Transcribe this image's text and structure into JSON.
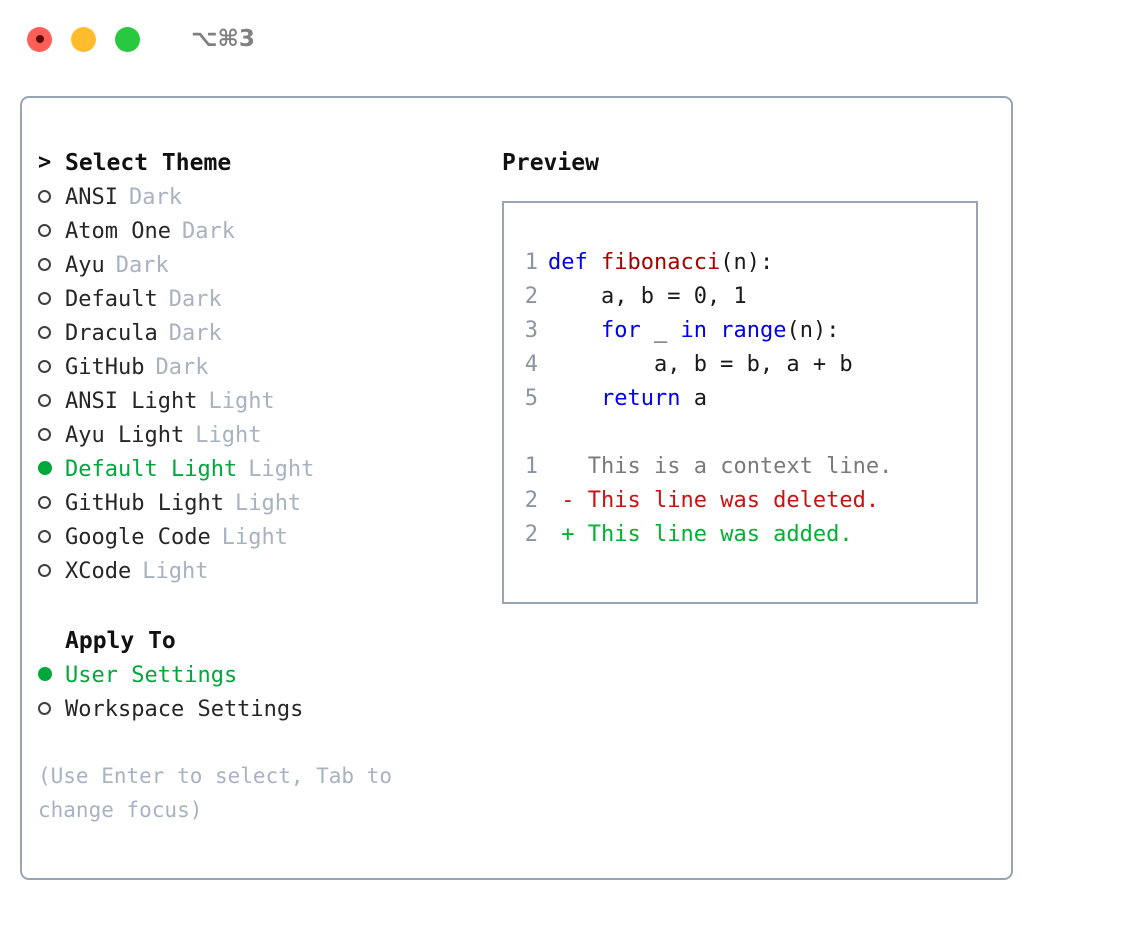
{
  "titlebar": {
    "shortcut": "⌥⌘3",
    "buttons": [
      {
        "name": "close",
        "color": "#ff5f57"
      },
      {
        "name": "minimize",
        "color": "#ffbd2e"
      },
      {
        "name": "maximize",
        "color": "#28c840"
      }
    ]
  },
  "theme_picker": {
    "heading": "Select Theme",
    "heading_marker": ">",
    "items": [
      {
        "label": "ANSI",
        "tag": "Dark",
        "selected": false
      },
      {
        "label": "Atom One",
        "tag": "Dark",
        "selected": false
      },
      {
        "label": "Ayu",
        "tag": "Dark",
        "selected": false
      },
      {
        "label": "Default",
        "tag": "Dark",
        "selected": false
      },
      {
        "label": "Dracula",
        "tag": "Dark",
        "selected": false
      },
      {
        "label": "GitHub",
        "tag": "Dark",
        "selected": false
      },
      {
        "label": "ANSI Light",
        "tag": "Light",
        "selected": false
      },
      {
        "label": "Ayu Light",
        "tag": "Light",
        "selected": false
      },
      {
        "label": "Default Light",
        "tag": "Light",
        "selected": true
      },
      {
        "label": "GitHub Light",
        "tag": "Light",
        "selected": false
      },
      {
        "label": "Google Code",
        "tag": "Light",
        "selected": false
      },
      {
        "label": "XCode",
        "tag": "Light",
        "selected": false
      }
    ]
  },
  "apply_to": {
    "heading": "Apply To",
    "items": [
      {
        "label": "User Settings",
        "selected": true
      },
      {
        "label": "Workspace Settings",
        "selected": false
      }
    ]
  },
  "hint": "(Use Enter to select, Tab to change focus)",
  "preview": {
    "title": "Preview",
    "code_lines": [
      {
        "num": "1",
        "segments": [
          {
            "text": "def ",
            "style": "kw"
          },
          {
            "text": "fibonacci",
            "style": "fn"
          },
          {
            "text": "(n):",
            "style": "plain"
          }
        ]
      },
      {
        "num": "2",
        "segments": [
          {
            "text": "    a, b = 0, 1",
            "style": "plain"
          }
        ]
      },
      {
        "num": "3",
        "segments": [
          {
            "text": "    ",
            "style": "plain"
          },
          {
            "text": "for",
            "style": "kw"
          },
          {
            "text": " _ ",
            "style": "plain"
          },
          {
            "text": "in",
            "style": "kw"
          },
          {
            "text": " ",
            "style": "plain"
          },
          {
            "text": "range",
            "style": "kw"
          },
          {
            "text": "(n):",
            "style": "plain"
          }
        ]
      },
      {
        "num": "4",
        "segments": [
          {
            "text": "        a, b = b, a + b",
            "style": "plain"
          }
        ]
      },
      {
        "num": "5",
        "segments": [
          {
            "text": "    ",
            "style": "plain"
          },
          {
            "text": "return",
            "style": "kw"
          },
          {
            "text": " a",
            "style": "plain"
          }
        ]
      }
    ],
    "diff_lines": [
      {
        "num": "1",
        "sign": " ",
        "text": "This is a context line.",
        "style": "ctx"
      },
      {
        "num": "2",
        "sign": "-",
        "text": "This line was deleted.",
        "style": "del"
      },
      {
        "num": "2",
        "sign": "+",
        "text": "This line was added.",
        "style": "add"
      }
    ]
  },
  "colors": {
    "accent_green": "#00a83c",
    "border": "#9aa5b4",
    "muted": "#a8b2c0",
    "keyword_blue": "#0000ee",
    "function_red": "#aa0000",
    "diff_delete": "#cc1111",
    "diff_add": "#00b233",
    "line_number": "#8b94a2"
  }
}
